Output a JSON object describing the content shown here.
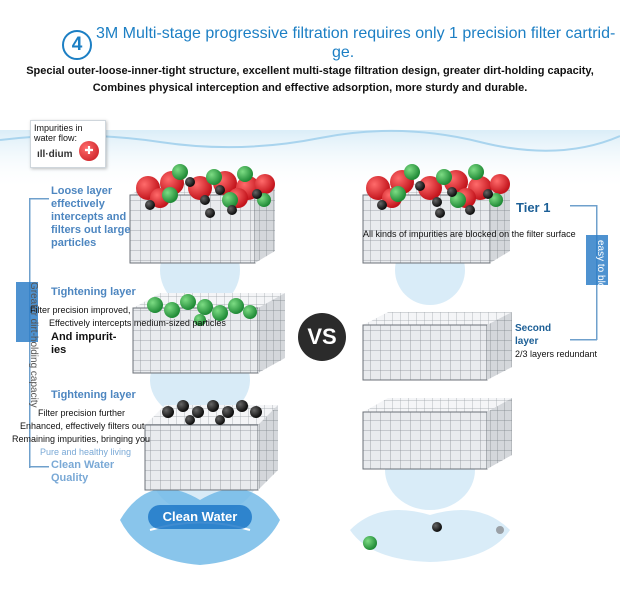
{
  "header": {
    "step_number": "4",
    "title_line1": "3M Multi-stage progressive filtration requires only 1 precision filter cartrid-",
    "title_line2": "ge.",
    "subtitle_line1": "Special outer-loose-inner-tight structure, excellent multi-stage filtration design, greater dirt-holding capacity,",
    "subtitle_line2": "Combines physical interception and effective adsorption, more sturdy and durable."
  },
  "legend": {
    "title": "Impurities in water flow:",
    "glyphs": "ıll·dium"
  },
  "left": {
    "side_vertical_label": "Greater dirt-holding capacity",
    "layer1": "Loose layer effectively intercepts and filters out large particles",
    "layer2_title": "Tightening layer",
    "layer2_line1": "Filter precision improved,",
    "layer2_line2": "Effectively intercepts medium-sized particles",
    "layer2_line3": "And impurit-",
    "layer2_line4": "ies",
    "layer3_title": "Tightening layer",
    "layer3_line1": "Filter precision further",
    "layer3_line2": "Enhanced, effectively filters out",
    "layer3_line3": "Remaining impurities, bringing you",
    "layer3_line4": "Pure and healthy living",
    "clean_water_quality": "Clean Water Quality",
    "clean_water": "Clean Water"
  },
  "vs": "VS",
  "right": {
    "tier1": "Tier 1",
    "tier1_note": "All kinds of impurities are blocked on the filter surface",
    "second_layer": "Second layer",
    "redundant": "2/3 layers redundant",
    "vertical_label": "easy to block"
  },
  "colors": {
    "accent_blue": "#1c7fc4",
    "label_blue": "#4d86c0",
    "impurity_red": "#d8222a",
    "impurity_green": "#2f9e44",
    "impurity_black": "#1a1a1a"
  }
}
